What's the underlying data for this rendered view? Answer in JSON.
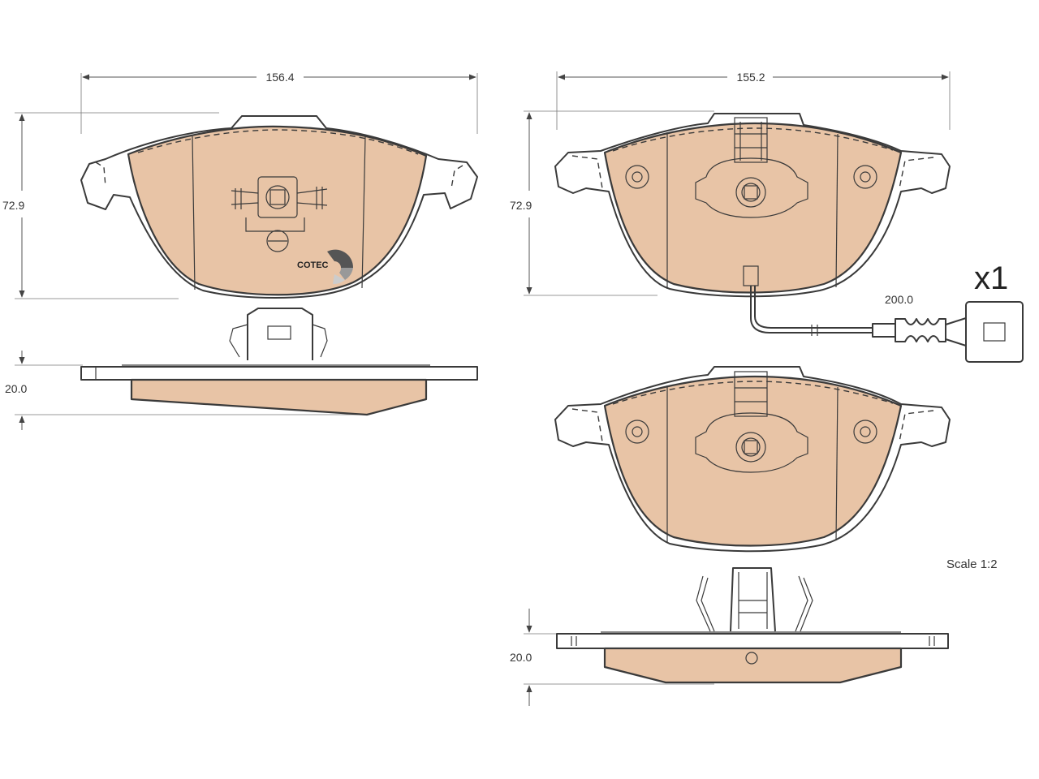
{
  "colors": {
    "friction": "#e8c4a6",
    "backplate": "#ffffff",
    "line": "#3a3a3a"
  },
  "dimensions": {
    "left_width": "156.4",
    "left_height": "72.9",
    "left_thickness": "20.0",
    "right_width": "155.2",
    "right_height": "72.9",
    "right_thickness": "20.0",
    "sensor_length": "200.0"
  },
  "quantity": "x1",
  "scale": "Scale 1:2",
  "logo": {
    "text": "COTEC",
    "icon": "cotec-logo-icon"
  },
  "icons": {
    "clip": "retaining-clip-icon",
    "sensor": "wear-sensor-icon",
    "connector": "connector-plug-icon"
  }
}
